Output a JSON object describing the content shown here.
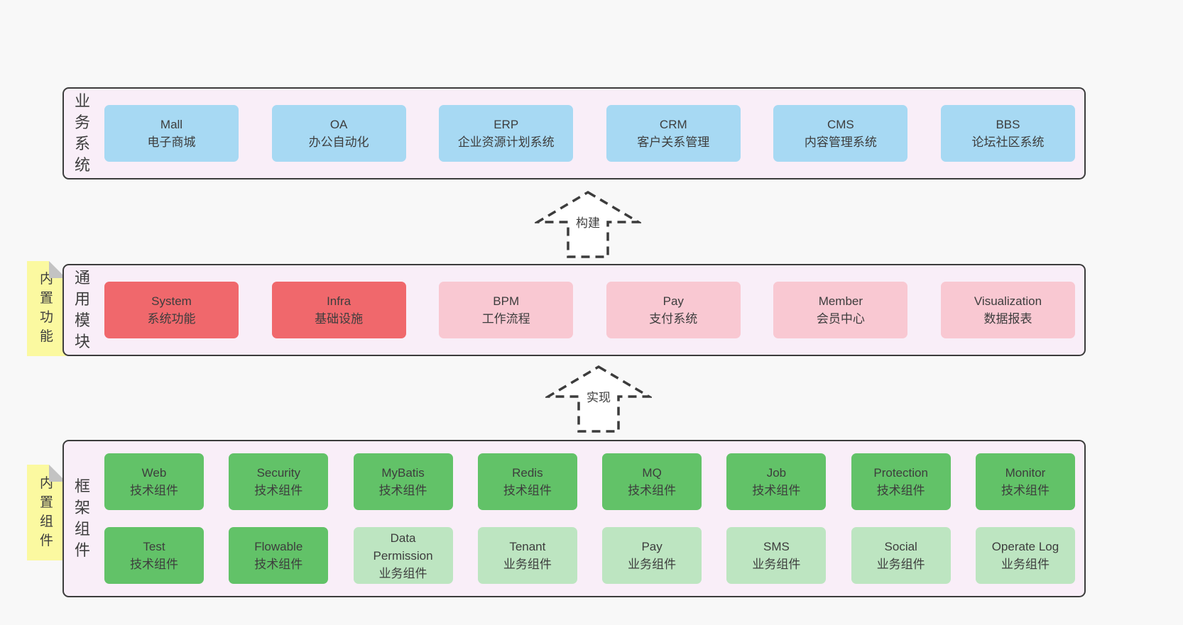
{
  "colors": {
    "pagebg": "#f8f8f8",
    "bandbg": "#f9eef8",
    "border": "#3c3c3c",
    "text": "#3d3d3d",
    "blue": "#a7d9f3",
    "red": "#f0686c",
    "pink": "#f9c8d2",
    "green": "#62c268",
    "greenlight": "#bde5c1",
    "yellow": "#fbf9a0",
    "fold": "#c3c3c3",
    "arrowfill": "#ffffff"
  },
  "bands": [
    {
      "label": "业务系统",
      "rows": [
        [
          {
            "en": "Mall",
            "zh": "电子商城",
            "variant": "blue"
          },
          {
            "en": "OA",
            "zh": "办公自动化",
            "variant": "blue"
          },
          {
            "en": "ERP",
            "zh": "企业资源计划系统",
            "variant": "blue"
          },
          {
            "en": "CRM",
            "zh": "客户关系管理",
            "variant": "blue"
          },
          {
            "en": "CMS",
            "zh": "内容管理系统",
            "variant": "blue"
          },
          {
            "en": "BBS",
            "zh": "论坛社区系统",
            "variant": "blue"
          }
        ]
      ]
    },
    {
      "label": "通用模块",
      "rows": [
        [
          {
            "en": "System",
            "zh": "系统功能",
            "variant": "red"
          },
          {
            "en": "Infra",
            "zh": "基础设施",
            "variant": "red"
          },
          {
            "en": "BPM",
            "zh": "工作流程",
            "variant": "pink"
          },
          {
            "en": "Pay",
            "zh": "支付系统",
            "variant": "pink"
          },
          {
            "en": "Member",
            "zh": "会员中心",
            "variant": "pink"
          },
          {
            "en": "Visualization",
            "zh": "数据报表",
            "variant": "pink"
          }
        ]
      ]
    },
    {
      "label": "框架组件",
      "rows": [
        [
          {
            "en": "Web",
            "zh": "技术组件",
            "variant": "green"
          },
          {
            "en": "Security",
            "zh": "技术组件",
            "variant": "green"
          },
          {
            "en": "MyBatis",
            "zh": "技术组件",
            "variant": "green"
          },
          {
            "en": "Redis",
            "zh": "技术组件",
            "variant": "green"
          },
          {
            "en": "MQ",
            "zh": "技术组件",
            "variant": "green"
          },
          {
            "en": "Job",
            "zh": "技术组件",
            "variant": "green"
          },
          {
            "en": "Protection",
            "zh": "技术组件",
            "variant": "green"
          },
          {
            "en": "Monitor",
            "zh": "技术组件",
            "variant": "green"
          }
        ],
        [
          {
            "en": "Test",
            "zh": "技术组件",
            "variant": "green"
          },
          {
            "en": "Flowable",
            "zh": "技术组件",
            "variant": "green"
          },
          {
            "en": "Data Permission",
            "zh": "业务组件",
            "variant": "greenlight"
          },
          {
            "en": "Tenant",
            "zh": "业务组件",
            "variant": "greenlight"
          },
          {
            "en": "Pay",
            "zh": "业务组件",
            "variant": "greenlight"
          },
          {
            "en": "SMS",
            "zh": "业务组件",
            "variant": "greenlight"
          },
          {
            "en": "Social",
            "zh": "业务组件",
            "variant": "greenlight"
          },
          {
            "en": "Operate Log",
            "zh": "业务组件",
            "variant": "greenlight"
          }
        ]
      ]
    }
  ],
  "stickies": [
    {
      "text": "内置功能"
    },
    {
      "text": "内置组件"
    }
  ],
  "arrows": [
    {
      "label": "构建"
    },
    {
      "label": "实现"
    }
  ]
}
